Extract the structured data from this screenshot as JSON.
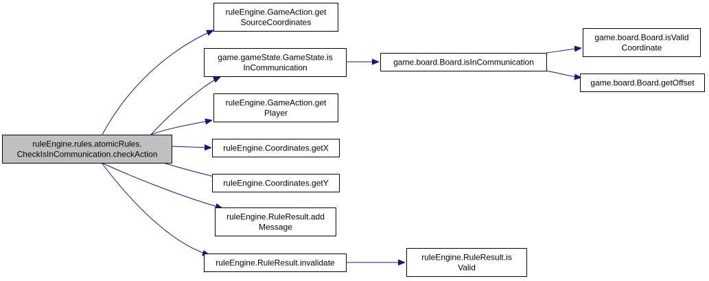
{
  "diagram": {
    "type": "call-graph",
    "colors": {
      "edge": "#191970",
      "root_fill": "#bfbfbf",
      "node_fill": "#ffffff",
      "border": "#000000"
    },
    "nodes": [
      {
        "id": "checkAction",
        "lines": [
          "ruleEngine.rules.atomicRules.",
          "CheckIsInCommunication.checkAction"
        ],
        "root": true
      },
      {
        "id": "getSourceCoordinates",
        "lines": [
          "ruleEngine.GameAction.get",
          "SourceCoordinates"
        ]
      },
      {
        "id": "gsIsInCommunication",
        "lines": [
          "game.gameState.GameState.is",
          "InCommunication"
        ]
      },
      {
        "id": "getPlayer",
        "lines": [
          "ruleEngine.GameAction.get",
          "Player"
        ]
      },
      {
        "id": "getX",
        "lines": [
          "ruleEngine.Coordinates.getX"
        ]
      },
      {
        "id": "getY",
        "lines": [
          "ruleEngine.Coordinates.getY"
        ]
      },
      {
        "id": "addMessage",
        "lines": [
          "ruleEngine.RuleResult.add",
          "Message"
        ]
      },
      {
        "id": "invalidate",
        "lines": [
          "ruleEngine.RuleResult.invalidate"
        ]
      },
      {
        "id": "boardIsInCommunication",
        "lines": [
          "game.board.Board.isInCommunication"
        ]
      },
      {
        "id": "isValidCoordinate",
        "lines": [
          "game.board.Board.isValid",
          "Coordinate"
        ]
      },
      {
        "id": "getOffset",
        "lines": [
          "game.board.Board.getOffset"
        ]
      },
      {
        "id": "isValid",
        "lines": [
          "ruleEngine.RuleResult.is",
          "Valid"
        ]
      }
    ],
    "edges": [
      {
        "from": "checkAction",
        "to": "getSourceCoordinates"
      },
      {
        "from": "checkAction",
        "to": "gsIsInCommunication"
      },
      {
        "from": "checkAction",
        "to": "getPlayer"
      },
      {
        "from": "checkAction",
        "to": "getX"
      },
      {
        "from": "checkAction",
        "to": "getY"
      },
      {
        "from": "checkAction",
        "to": "addMessage"
      },
      {
        "from": "checkAction",
        "to": "invalidate"
      },
      {
        "from": "gsIsInCommunication",
        "to": "boardIsInCommunication"
      },
      {
        "from": "boardIsInCommunication",
        "to": "isValidCoordinate"
      },
      {
        "from": "boardIsInCommunication",
        "to": "getOffset"
      },
      {
        "from": "invalidate",
        "to": "isValid"
      }
    ]
  }
}
